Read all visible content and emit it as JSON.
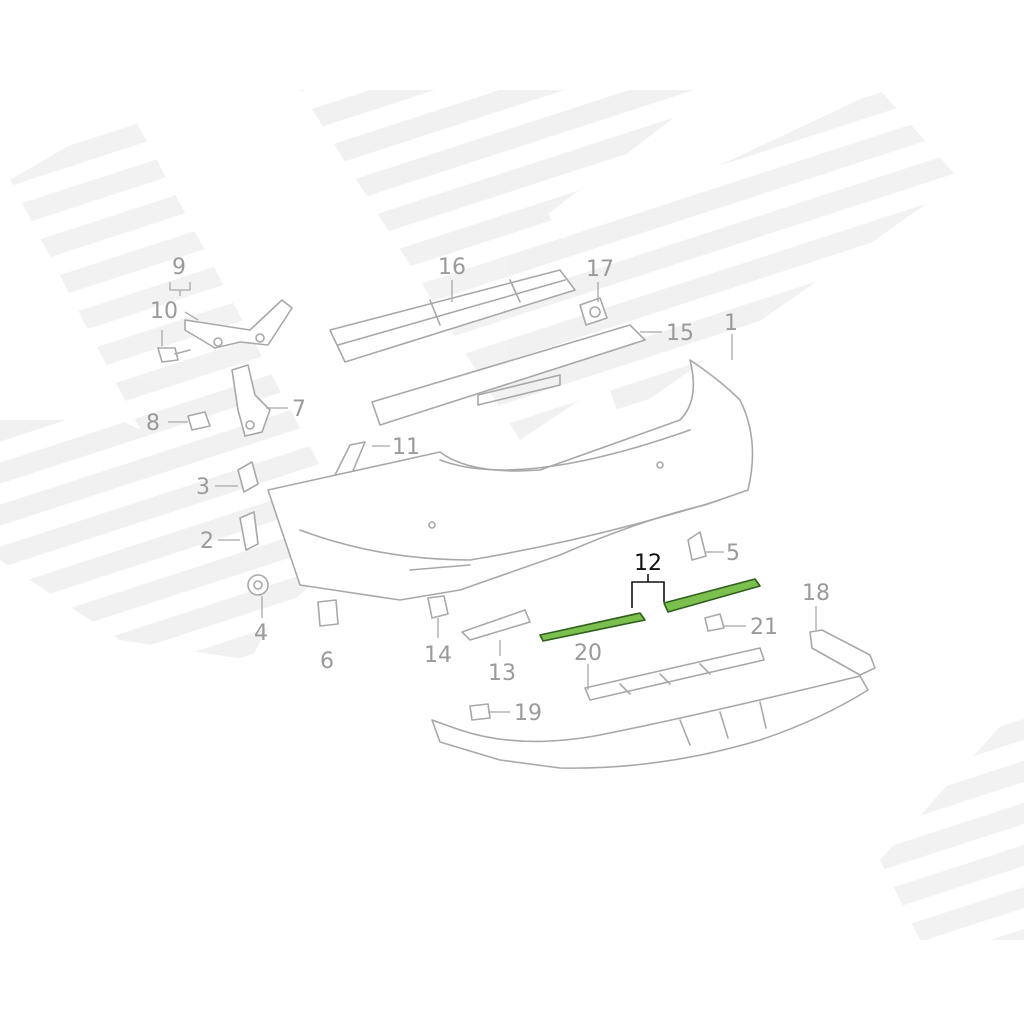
{
  "diagram": {
    "highlight_color": "#7bbf4e",
    "highlighted_part": "12",
    "callouts": [
      {
        "id": "c1",
        "label": "1"
      },
      {
        "id": "c2",
        "label": "2"
      },
      {
        "id": "c3",
        "label": "3"
      },
      {
        "id": "c4",
        "label": "4"
      },
      {
        "id": "c5",
        "label": "5"
      },
      {
        "id": "c6",
        "label": "6"
      },
      {
        "id": "c7",
        "label": "7"
      },
      {
        "id": "c8",
        "label": "8"
      },
      {
        "id": "c9",
        "label": "9"
      },
      {
        "id": "c10",
        "label": "10"
      },
      {
        "id": "c11",
        "label": "11"
      },
      {
        "id": "c12",
        "label": "12"
      },
      {
        "id": "c13",
        "label": "13"
      },
      {
        "id": "c14",
        "label": "14"
      },
      {
        "id": "c15",
        "label": "15"
      },
      {
        "id": "c16",
        "label": "16"
      },
      {
        "id": "c17",
        "label": "17"
      },
      {
        "id": "c18",
        "label": "18"
      },
      {
        "id": "c19",
        "label": "19"
      },
      {
        "id": "c20",
        "label": "20"
      },
      {
        "id": "c21",
        "label": "21"
      }
    ]
  }
}
